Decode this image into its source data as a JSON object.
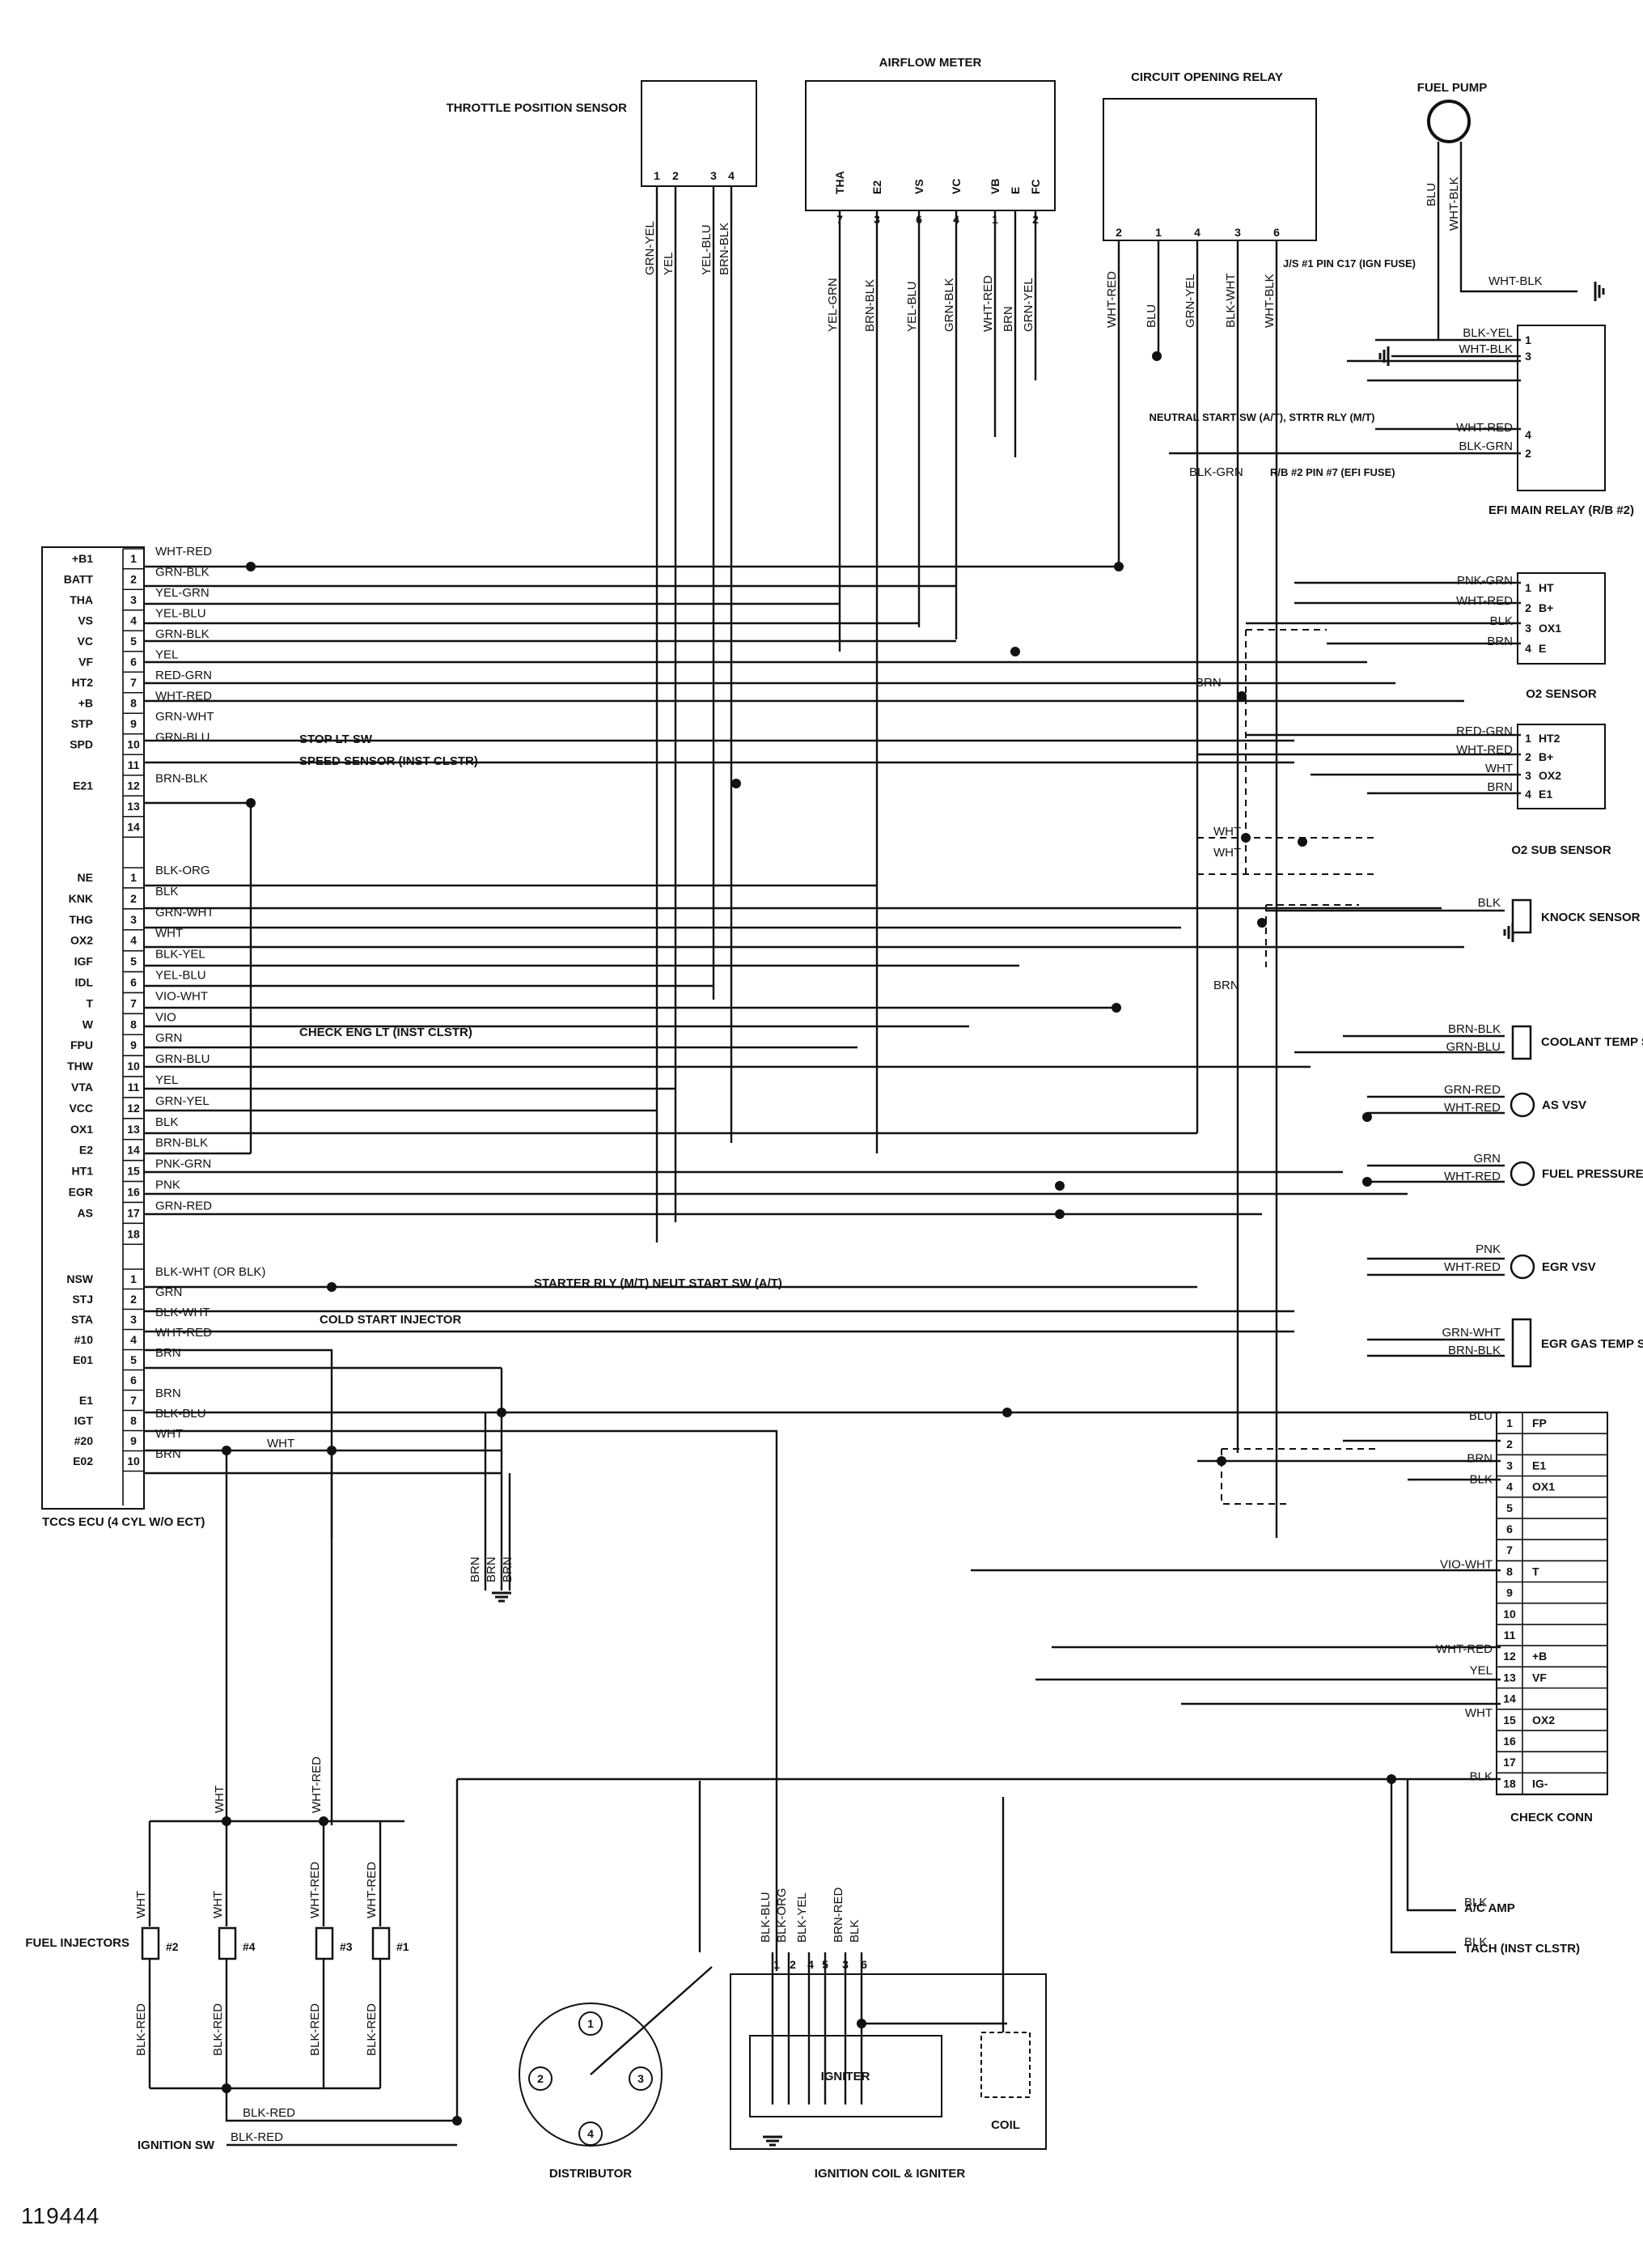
{
  "figure_number": "119444",
  "components": {
    "tps": "THROTTLE POSITION SENSOR",
    "afm": "AIRFLOW METER",
    "cor": "CIRCUIT OPENING RELAY",
    "fuel_pump": "FUEL PUMP",
    "js1": "J/S #1 PIN C17 (IGN FUSE)",
    "neutral_sw": "NEUTRAL START SW (A/T), STRTR RLY (M/T)",
    "rb2": "R/B #2 PIN #7 (EFI FUSE)",
    "efi_relay": "EFI MAIN RELAY (R/B #2)",
    "o2": "O2 SENSOR",
    "o2sub": "O2 SUB SENSOR",
    "knock": "KNOCK SENSOR",
    "coolant": "COOLANT TEMP SENSOR",
    "as_vsv": "AS VSV",
    "fp_vsv": "FUEL PRESSURE UP VSV",
    "egr_vsv": "EGR VSV",
    "egr_gas": "EGR GAS TEMP SENSOR",
    "check_conn": "CHECK CONN",
    "ac_amp": "A/C AMP",
    "tach": "TACH (INST CLSTR)",
    "ecu": "TCCS ECU (4 CYL W/O ECT)",
    "injectors": "FUEL INJECTORS",
    "ign_sw": "IGNITION SW",
    "distributor": "DISTRIBUTOR",
    "coil_igniter": "IGNITION COIL & IGNITER",
    "igniter": "IGNITER",
    "coil": "COIL",
    "stop_lt": "STOP LT SW",
    "speed_sensor": "SPEED SENSOR (INST CLSTR)",
    "check_eng": "CHECK ENG LT (INST CLSTR)",
    "starter_rly": "STARTER RLY (M/T) NEUT START SW (A/T)",
    "cold_start": "COLD START INJECTOR"
  },
  "ecu_block1": [
    {
      "term": "+B1",
      "pin": "1",
      "wire": "WHT-RED"
    },
    {
      "term": "BATT",
      "pin": "2",
      "wire": "GRN-BLK"
    },
    {
      "term": "THA",
      "pin": "3",
      "wire": "YEL-GRN"
    },
    {
      "term": "VS",
      "pin": "4",
      "wire": "YEL-BLU"
    },
    {
      "term": "VC",
      "pin": "5",
      "wire": "GRN-BLK"
    },
    {
      "term": "VF",
      "pin": "6",
      "wire": "YEL"
    },
    {
      "term": "HT2",
      "pin": "7",
      "wire": "RED-GRN"
    },
    {
      "term": "+B",
      "pin": "8",
      "wire": "WHT-RED"
    },
    {
      "term": "STP",
      "pin": "9",
      "wire": "GRN-WHT"
    },
    {
      "term": "SPD",
      "pin": "10",
      "wire": "GRN-BLU"
    },
    {
      "term": "",
      "pin": "11",
      "wire": ""
    },
    {
      "term": "E21",
      "pin": "12",
      "wire": "BRN-BLK"
    },
    {
      "term": "",
      "pin": "13",
      "wire": ""
    },
    {
      "term": "",
      "pin": "14",
      "wire": ""
    }
  ],
  "ecu_block2": [
    {
      "term": "NE",
      "pin": "1",
      "wire": "BLK-ORG"
    },
    {
      "term": "KNK",
      "pin": "2",
      "wire": "BLK"
    },
    {
      "term": "THG",
      "pin": "3",
      "wire": "GRN-WHT"
    },
    {
      "term": "OX2",
      "pin": "4",
      "wire": "WHT"
    },
    {
      "term": "IGF",
      "pin": "5",
      "wire": "BLK-YEL"
    },
    {
      "term": "IDL",
      "pin": "6",
      "wire": "YEL-BLU"
    },
    {
      "term": "T",
      "pin": "7",
      "wire": "VIO-WHT"
    },
    {
      "term": "W",
      "pin": "8",
      "wire": "VIO"
    },
    {
      "term": "FPU",
      "pin": "9",
      "wire": "GRN"
    },
    {
      "term": "THW",
      "pin": "10",
      "wire": "GRN-BLU"
    },
    {
      "term": "VTA",
      "pin": "11",
      "wire": "YEL"
    },
    {
      "term": "VCC",
      "pin": "12",
      "wire": "GRN-YEL"
    },
    {
      "term": "OX1",
      "pin": "13",
      "wire": "BLK"
    },
    {
      "term": "E2",
      "pin": "14",
      "wire": "BRN-BLK"
    },
    {
      "term": "HT1",
      "pin": "15",
      "wire": "PNK-GRN"
    },
    {
      "term": "EGR",
      "pin": "16",
      "wire": "PNK"
    },
    {
      "term": "AS",
      "pin": "17",
      "wire": "GRN-RED"
    },
    {
      "term": "",
      "pin": "18",
      "wire": ""
    }
  ],
  "ecu_block3": [
    {
      "term": "NSW",
      "pin": "1",
      "wire": "BLK-WHT (OR BLK)"
    },
    {
      "term": "STJ",
      "pin": "2",
      "wire": "GRN"
    },
    {
      "term": "STA",
      "pin": "3",
      "wire": "BLK-WHT"
    },
    {
      "term": "#10",
      "pin": "4",
      "wire": "WHT-RED"
    },
    {
      "term": "E01",
      "pin": "5",
      "wire": "BRN"
    },
    {
      "term": "",
      "pin": "6",
      "wire": ""
    },
    {
      "term": "E1",
      "pin": "7",
      "wire": "BRN"
    },
    {
      "term": "IGT",
      "pin": "8",
      "wire": "BLK-BLU"
    },
    {
      "term": "#20",
      "pin": "9",
      "wire": "WHT"
    },
    {
      "term": "E02",
      "pin": "10",
      "wire": "BRN"
    }
  ],
  "tps_pins": [
    "1",
    "2",
    "3",
    "4"
  ],
  "tps_wires": [
    "GRN-YEL",
    "YEL",
    "YEL-BLU",
    "BRN-BLK"
  ],
  "afm_terms": [
    "THA",
    "E2",
    "VS",
    "VC",
    "VB",
    "E",
    "FC"
  ],
  "afm_pins": [
    "7",
    "3",
    "6",
    "4",
    "1",
    "2"
  ],
  "afm_wires": [
    "YEL-GRN",
    "BRN-BLK",
    "YEL-BLU",
    "GRN-BLK",
    "WHT-RED",
    "BRN",
    "GRN-YEL"
  ],
  "cor_pins": [
    "2",
    "1",
    "4",
    "3",
    "6"
  ],
  "cor_wires": [
    "WHT-RED",
    "BLU",
    "GRN-YEL",
    "BLK-WHT",
    "WHT-BLK"
  ],
  "fp_wires": [
    "BLU",
    "WHT-BLK"
  ],
  "efi_relay_rows": [
    {
      "wire": "BLK-YEL",
      "pin": "1"
    },
    {
      "wire": "WHT-BLK",
      "pin": "3"
    },
    {
      "wire": "WHT-RED",
      "pin": "4"
    },
    {
      "wire": "BLK-GRN",
      "pin": "2"
    }
  ],
  "efi_misc_wires": {
    "ground_wire": "WHT-BLK",
    "rb2_wire": "BLK-GRN"
  },
  "o2_rows": [
    {
      "wire": "PNK-GRN",
      "pin": "1",
      "term": "HT"
    },
    {
      "wire": "WHT-RED",
      "pin": "2",
      "term": "B+"
    },
    {
      "wire": "BLK",
      "pin": "3",
      "term": "OX1"
    },
    {
      "wire": "BRN",
      "pin": "4",
      "term": "E"
    }
  ],
  "o2sub_rows": [
    {
      "wire": "RED-GRN",
      "pin": "1",
      "term": "HT2"
    },
    {
      "wire": "WHT-RED",
      "pin": "2",
      "term": "B+"
    },
    {
      "wire": "WHT",
      "pin": "3",
      "term": "OX2"
    },
    {
      "wire": "BRN",
      "pin": "4",
      "term": "E1"
    }
  ],
  "shield_wires": {
    "brn1": "BRN",
    "wht1": "WHT",
    "wht2": "WHT",
    "brn2": "BRN"
  },
  "knock_wire": "BLK",
  "coolant_wires": [
    "BRN-BLK",
    "GRN-BLU"
  ],
  "as_vsv_wires": [
    "GRN-RED",
    "WHT-RED"
  ],
  "fp_vsv_wires": [
    "GRN",
    "WHT-RED"
  ],
  "egr_vsv_wires": [
    "PNK",
    "WHT-RED"
  ],
  "egr_gas_wires": [
    "GRN-WHT",
    "BRN-BLK"
  ],
  "check_conn_rows": [
    {
      "pin": "1",
      "term": "FP",
      "wire": "BLU"
    },
    {
      "pin": "2",
      "term": "",
      "wire": ""
    },
    {
      "pin": "3",
      "term": "E1",
      "wire": "BRN"
    },
    {
      "pin": "4",
      "term": "OX1",
      "wire": "BLK"
    },
    {
      "pin": "5",
      "term": "",
      "wire": ""
    },
    {
      "pin": "6",
      "term": "",
      "wire": ""
    },
    {
      "pin": "7",
      "term": "",
      "wire": ""
    },
    {
      "pin": "8",
      "term": "T",
      "wire": "VIO-WHT"
    },
    {
      "pin": "9",
      "term": "",
      "wire": ""
    },
    {
      "pin": "10",
      "term": "",
      "wire": ""
    },
    {
      "pin": "11",
      "term": "",
      "wire": ""
    },
    {
      "pin": "12",
      "term": "+B",
      "wire": "WHT-RED"
    },
    {
      "pin": "13",
      "term": "VF",
      "wire": "YEL"
    },
    {
      "pin": "14",
      "term": "",
      "wire": ""
    },
    {
      "pin": "15",
      "term": "OX2",
      "wire": "WHT"
    },
    {
      "pin": "16",
      "term": "",
      "wire": ""
    },
    {
      "pin": "17",
      "term": "",
      "wire": ""
    },
    {
      "pin": "18",
      "term": "IG-",
      "wire": "BLK"
    }
  ],
  "ac_tach_wires": [
    "BLK",
    "BLK"
  ],
  "ground_wires": [
    "BRN",
    "BRN",
    "BRN"
  ],
  "e02_wht": "WHT",
  "injector_labels": [
    "#2",
    "#4",
    "#3",
    "#1"
  ],
  "injector_top_wires": [
    "WHT",
    "WHT",
    "WHT-RED",
    "WHT-RED"
  ],
  "injector_bot_wires": [
    "BLK-RED",
    "BLK-RED",
    "BLK-RED",
    "BLK-RED"
  ],
  "injector_trunk_wires": [
    "WHT",
    "WHT-RED"
  ],
  "ign_wires": [
    "BLK-RED",
    "BLK-RED"
  ],
  "igniter_wires": [
    "BLK-BLU",
    "BLK-ORG",
    "BLK-YEL",
    "BRN-RED",
    "BLK"
  ],
  "igniter_pins": [
    "1",
    "2",
    "4",
    "5",
    "3",
    "6"
  ],
  "dist_numbers": [
    "1",
    "2",
    "3",
    "4"
  ]
}
